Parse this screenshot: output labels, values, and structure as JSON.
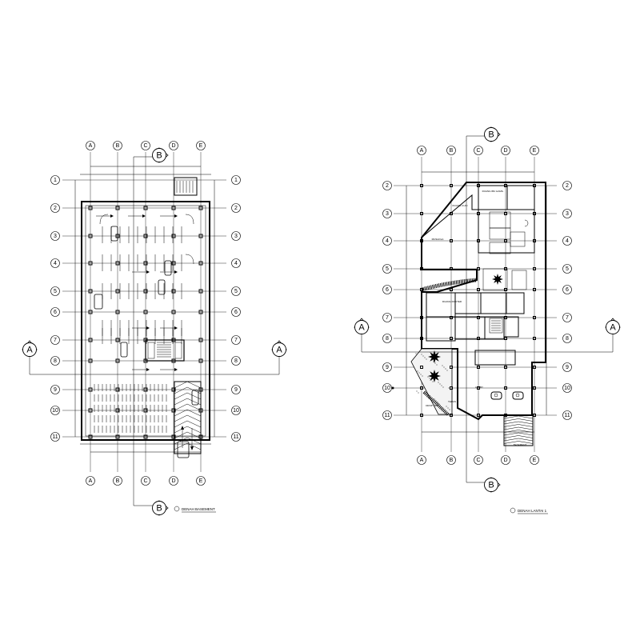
{
  "plans": [
    {
      "id": "basement",
      "title": "DENAH BASEMENT",
      "axis_letters": [
        "A",
        "B",
        "C",
        "D",
        "E"
      ],
      "axis_numbers": [
        "1",
        "2",
        "3",
        "4",
        "5",
        "6",
        "7",
        "8",
        "9",
        "10",
        "11"
      ],
      "section_markers": [
        "A",
        "A",
        "B",
        "B"
      ],
      "labels": []
    },
    {
      "id": "lantai1",
      "title": "DENAH LANTAI 1",
      "axis_letters": [
        "A",
        "B",
        "C",
        "D",
        "E"
      ],
      "axis_numbers": [
        "2",
        "3",
        "4",
        "5",
        "6",
        "7",
        "8",
        "9",
        "10",
        "11"
      ],
      "section_markers": [
        "A",
        "A",
        "B",
        "B"
      ],
      "labels": [
        "RUANG IBU HAMIL",
        "RUANG CUCI",
        "MUSHOLA",
        "RUANG DOKTER",
        "LOBBY",
        "BASEMENT",
        "TERAS",
        "DROP OFF"
      ]
    }
  ]
}
